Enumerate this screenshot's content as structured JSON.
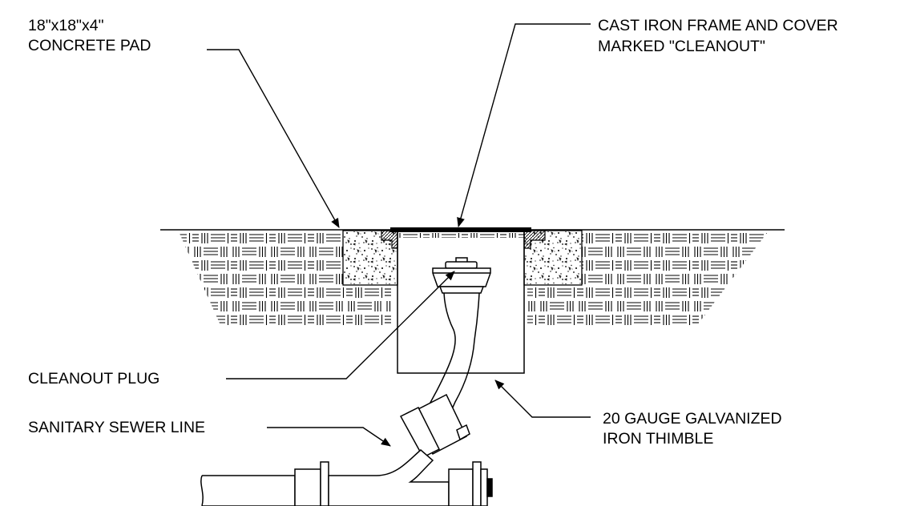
{
  "labels": {
    "pad_line1": "18\"x18\"x4\"",
    "pad_line2": "CONCRETE PAD",
    "frame_line1": "CAST IRON FRAME AND COVER",
    "frame_line2": "MARKED \"CLEANOUT\"",
    "plug": "CLEANOUT PLUG",
    "sewer": "SANITARY SEWER LINE",
    "thimble_line1": "20 GAUGE GALVANIZED",
    "thimble_line2": "IRON THIMBLE"
  }
}
